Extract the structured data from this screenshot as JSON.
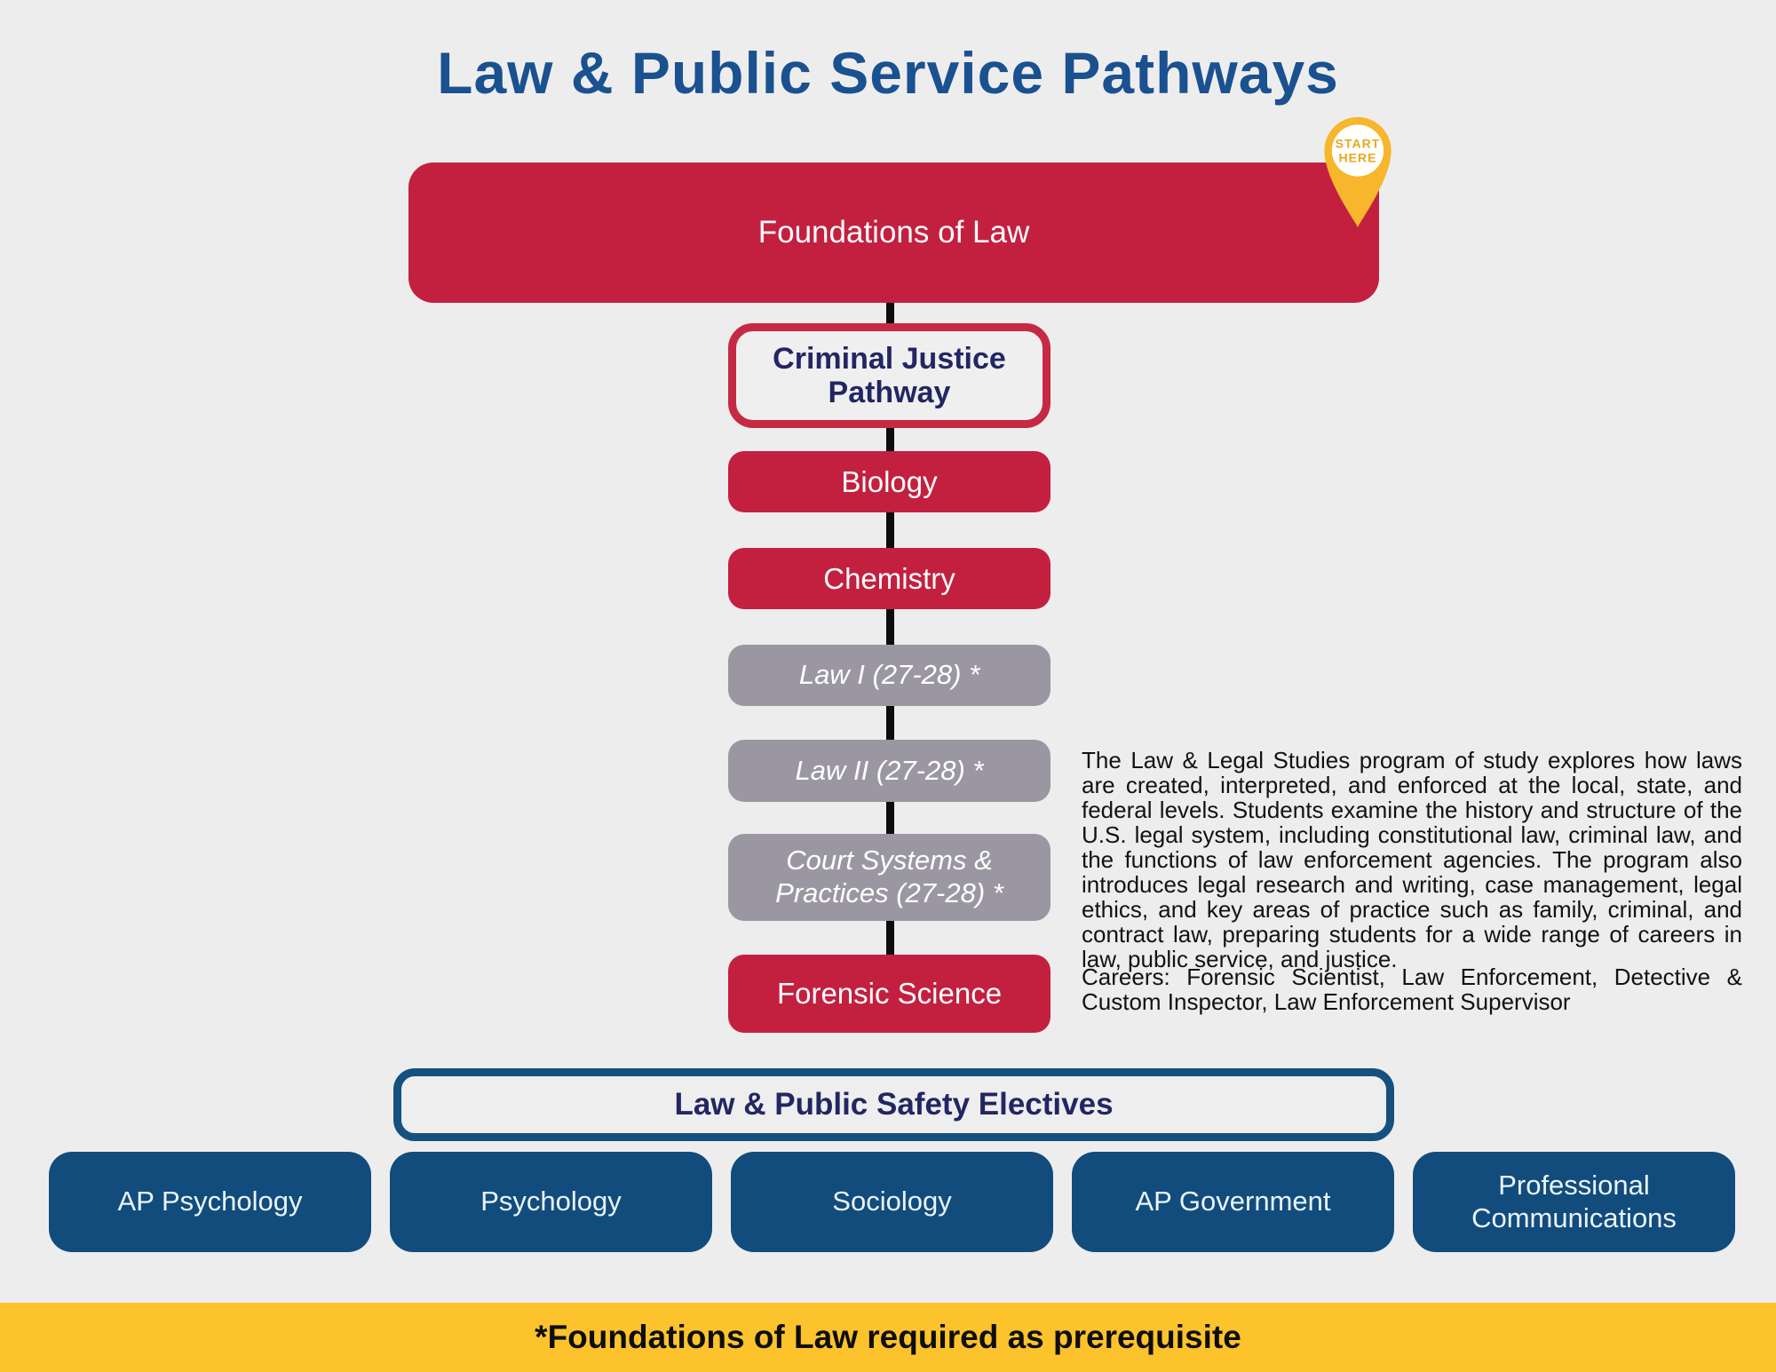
{
  "title": "Law & Public Service Pathways",
  "start_pin": {
    "line1": "START",
    "line2": "HERE"
  },
  "flow": {
    "root": "Foundations of Law",
    "pathway": "Criminal Justice Pathway",
    "courses": [
      "Biology",
      "Chemistry",
      "Law I (27-28) *",
      "Law II (27-28) *",
      "Court Systems & Practices (27-28) *",
      "Forensic Science"
    ]
  },
  "description": "The Law & Legal Studies program of study explores how laws are created, interpreted, and enforced at the local, state, and federal levels. Students examine the history and structure of the U.S. legal system, including constitutional law, criminal law, and the functions of law enforcement agencies. The program also introduces legal research and writing, case management, legal ethics, and key areas of practice such as family, criminal, and contract law, preparing students for a wide range of careers in law, public service, and justice.",
  "careers": "Careers: Forensic Scientist, Law Enforcement, Detective & Custom Inspector, Law Enforcement Supervisor",
  "electives": {
    "header": "Law & Public Safety Electives",
    "items": [
      "AP Psychology",
      "Psychology",
      "Sociology",
      "AP Government",
      "Professional Communications"
    ]
  },
  "footnote": "*Foundations of Law required as prerequisite",
  "colors": {
    "course_red": "#C32040",
    "course_gray": "#9B97A2",
    "navy_text": "#222662",
    "title_blue": "#1A5190",
    "elective_blue": "#124C7C",
    "outline_blue": "#15517F",
    "footer_yellow": "#FCC32D",
    "pin_yellow": "#F7B62B",
    "background": "#EEEDEE"
  }
}
